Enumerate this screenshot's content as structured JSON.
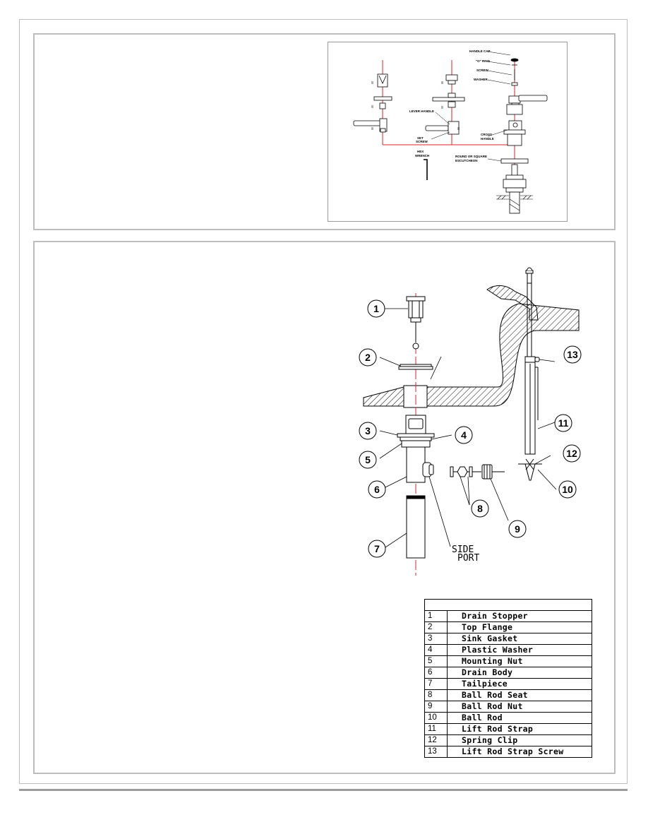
{
  "handle_figure": {
    "labels": {
      "handle_cap": "HANDLE CAP",
      "o_ring": "\"O\" RING",
      "screw": "SCREW",
      "washer": "WASHER",
      "lever_handle": "LEVER HANDLE",
      "set_screw": "SET SCREW",
      "hex_wrench": "HEX WRENCH",
      "cross_handle": "CROSS HANDLE",
      "round_or_square_escutcheon": "ROUND OR SQUARE ESCUTCHEON"
    }
  },
  "drain_figure": {
    "callouts": [
      "1",
      "2",
      "3",
      "4",
      "5",
      "6",
      "7",
      "8",
      "9",
      "10",
      "11",
      "12",
      "13"
    ],
    "side_port_line1": "SIDE",
    "side_port_line2": "PORT"
  },
  "parts_table": {
    "rows": [
      {
        "num": "1",
        "name": "Drain Stopper"
      },
      {
        "num": "2",
        "name": "Top Flange"
      },
      {
        "num": "3",
        "name": "Sink Gasket"
      },
      {
        "num": "4",
        "name": "Plastic Washer"
      },
      {
        "num": "5",
        "name": "Mounting Nut"
      },
      {
        "num": "6",
        "name": "Drain Body"
      },
      {
        "num": "7",
        "name": "Tailpiece"
      },
      {
        "num": "8",
        "name": "Ball Rod Seat"
      },
      {
        "num": "9",
        "name": "Ball Rod Nut"
      },
      {
        "num": "10",
        "name": "Ball Rod"
      },
      {
        "num": "11",
        "name": "Lift Rod Strap"
      },
      {
        "num": "12",
        "name": "Spring Clip"
      },
      {
        "num": "13",
        "name": "Lift Rod Strap Screw"
      }
    ]
  }
}
